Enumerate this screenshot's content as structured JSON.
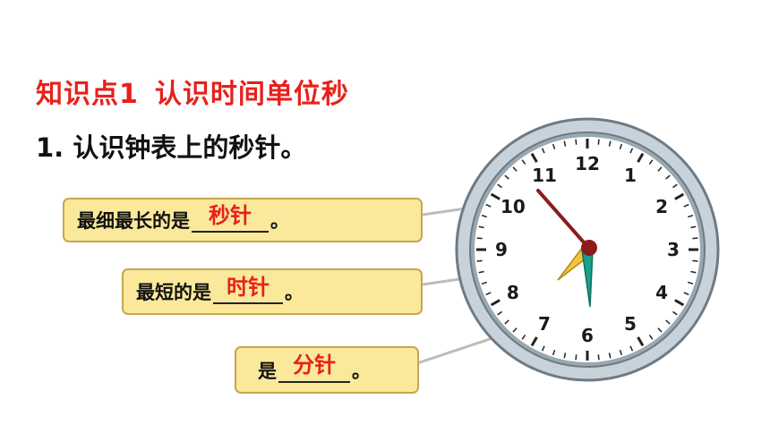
{
  "heading": {
    "label": "知识点1",
    "title": "认识时间单位秒"
  },
  "item": {
    "number": "1.",
    "text": "认识钟表上的秒针。"
  },
  "callouts": [
    {
      "prefix": "最细最长的是",
      "answer": "秒针",
      "suffix": "。"
    },
    {
      "prefix": "最短的是",
      "answer": "时针",
      "suffix": "。"
    },
    {
      "prefix": "是",
      "answer": "分针",
      "suffix": "。"
    }
  ],
  "clock": {
    "numbers": [
      "12",
      "1",
      "2",
      "3",
      "4",
      "5",
      "6",
      "7",
      "8",
      "9",
      "10",
      "11"
    ],
    "hour_hand_color": "#f2c53a",
    "minute_hand_color": "#1aa08c",
    "second_hand_color": "#8a1c1c",
    "face_color": "#ffffff",
    "rim_color": "#c7d2da"
  },
  "colors": {
    "accent": "#e8201c",
    "callout_fill": "#fbe99b",
    "callout_border": "#c9a550"
  }
}
